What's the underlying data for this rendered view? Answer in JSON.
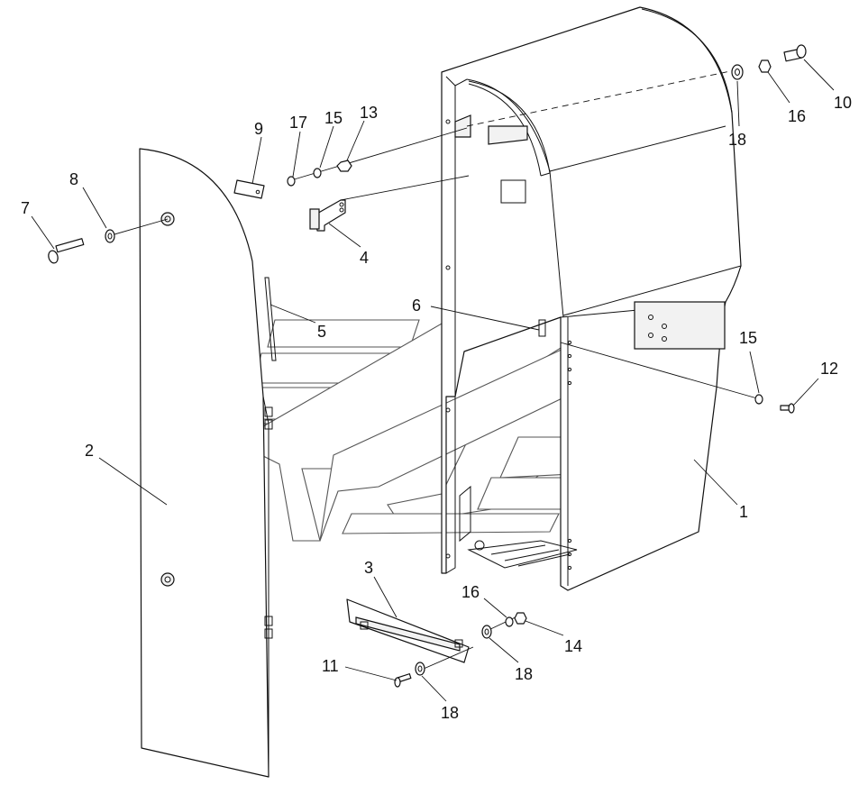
{
  "callouts": [
    {
      "id": "1",
      "text": "1"
    },
    {
      "id": "2",
      "text": "2"
    },
    {
      "id": "3",
      "text": "3"
    },
    {
      "id": "4",
      "text": "4"
    },
    {
      "id": "5",
      "text": "5"
    },
    {
      "id": "6",
      "text": "6"
    },
    {
      "id": "7",
      "text": "7"
    },
    {
      "id": "8",
      "text": "8"
    },
    {
      "id": "9",
      "text": "9"
    },
    {
      "id": "10",
      "text": "10"
    },
    {
      "id": "11",
      "text": "11"
    },
    {
      "id": "12",
      "text": "12"
    },
    {
      "id": "13",
      "text": "13"
    },
    {
      "id": "14",
      "text": "14"
    },
    {
      "id": "15a",
      "text": "15"
    },
    {
      "id": "15b",
      "text": "15"
    },
    {
      "id": "16a",
      "text": "16"
    },
    {
      "id": "16b",
      "text": "16"
    },
    {
      "id": "17",
      "text": "17"
    },
    {
      "id": "18a",
      "text": "18"
    },
    {
      "id": "18b",
      "text": "18"
    },
    {
      "id": "18c",
      "text": "18"
    }
  ]
}
